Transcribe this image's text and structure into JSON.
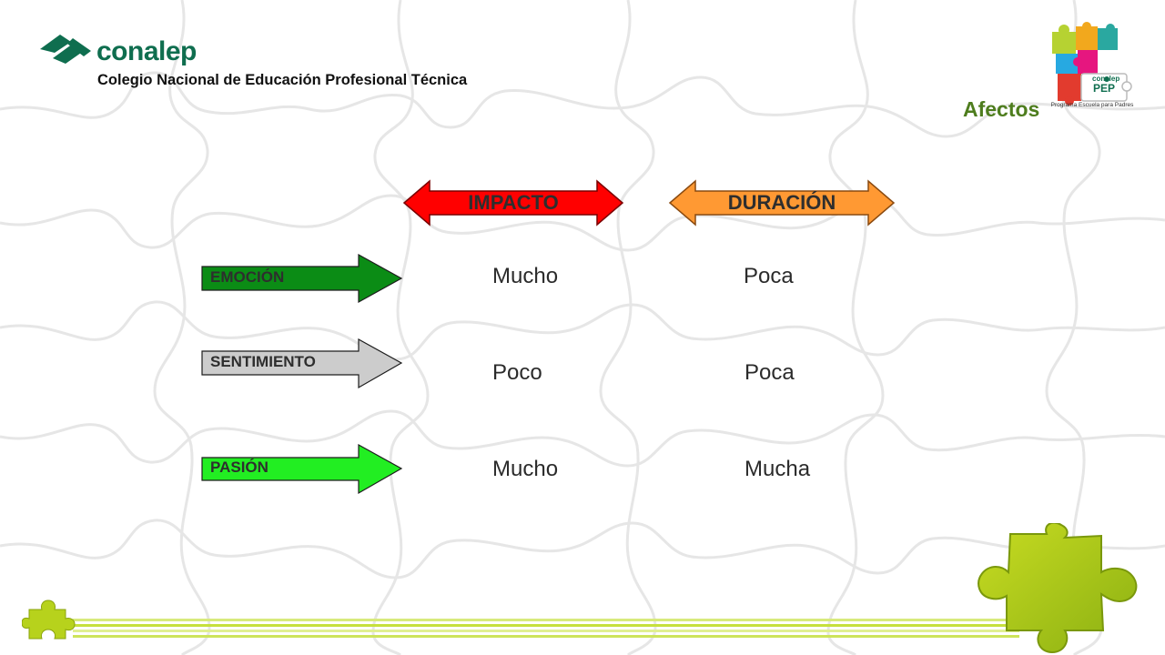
{
  "logo": {
    "name": "conalep",
    "subtitle": "Colegio Nacional de Educación Profesional Técnica"
  },
  "pep_logo": {
    "text": "PEP",
    "brand": "conalep",
    "caption": "Programa Escuela para Padres"
  },
  "title": "Afectos",
  "columns": [
    {
      "label": "IMPACTO",
      "color": "#ff0000"
    },
    {
      "label": "DURACIÓN",
      "color": "#ff9933"
    }
  ],
  "rows": [
    {
      "label": "EMOCIÓN",
      "color": "#0b8c15",
      "impacto": "Mucho",
      "duracion": "Poca"
    },
    {
      "label": "SENTIMIENTO",
      "color": "#cccccc",
      "impacto": "Poco",
      "duracion": "Poca"
    },
    {
      "label": "PASIÓN",
      "color": "#22ee22",
      "impacto": "Mucho",
      "duracion": "Mucha"
    }
  ],
  "colors": {
    "brand_green": "#0f6e4f",
    "title_green": "#4e7d1e",
    "puzzle_lime": "#b7d21c"
  },
  "icons": [
    "conalep-logo-icon",
    "pep-puzzle-icon",
    "puzzle-piece-icon"
  ]
}
